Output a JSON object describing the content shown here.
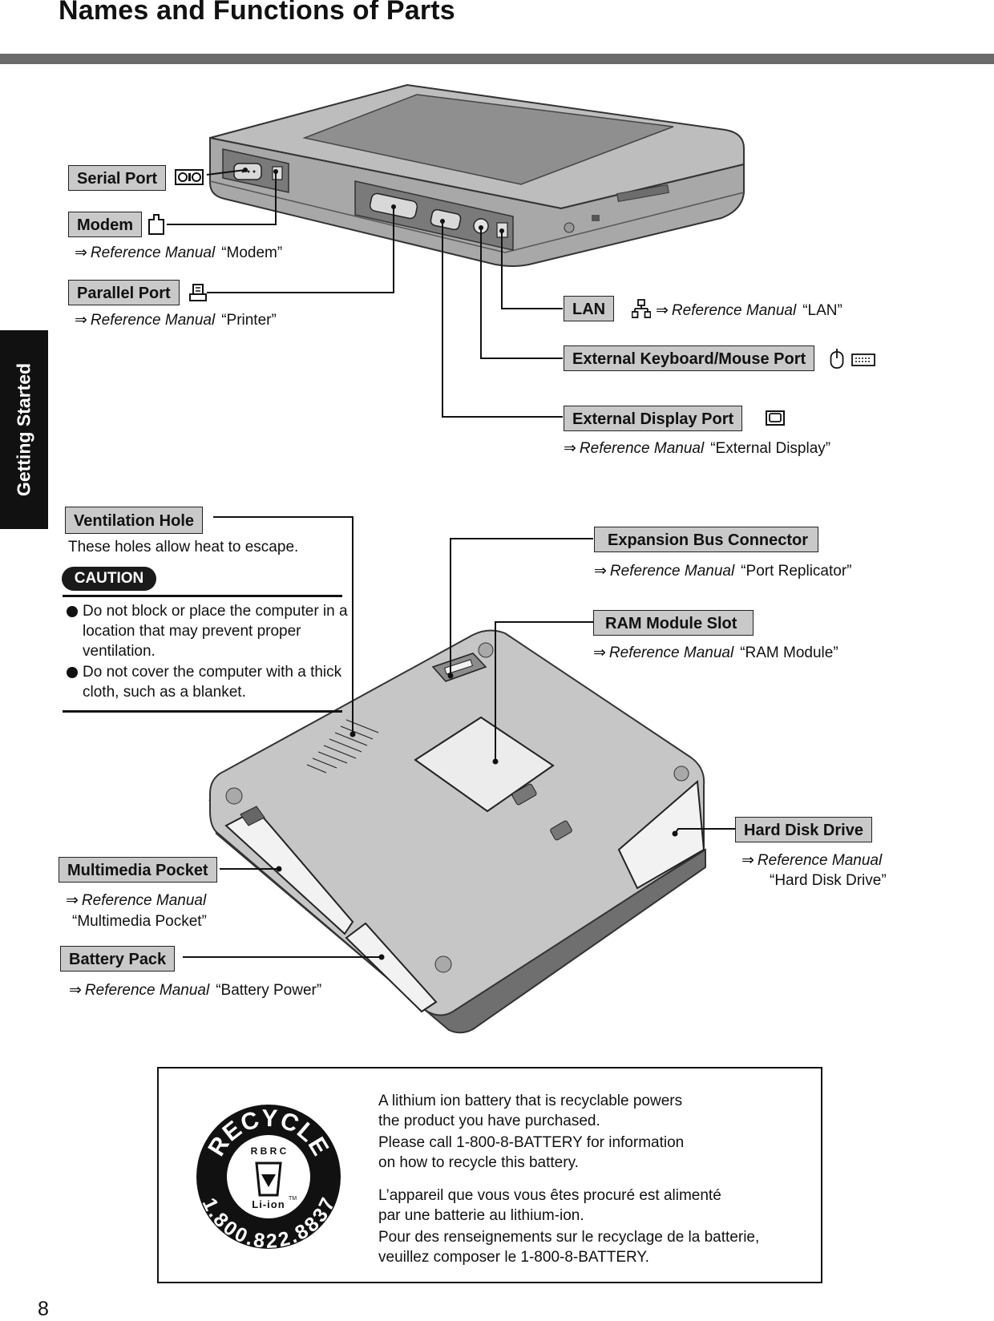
{
  "page": {
    "title": "Names and Functions of Parts",
    "side_tab": "Getting Started",
    "page_number": "8"
  },
  "labels": {
    "serial_port": "Serial Port",
    "modem": "Modem",
    "parallel_port": "Parallel Port",
    "lan": "LAN",
    "ext_kbd_mouse": "External Keyboard/Mouse Port",
    "ext_display": "External Display Port",
    "ventilation": "Ventilation Hole",
    "expansion_bus": "Expansion Bus Connector",
    "ram_slot": "RAM Module Slot",
    "hdd": "Hard Disk Drive",
    "multimedia": "Multimedia Pocket",
    "battery": "Battery Pack"
  },
  "refs": {
    "arrow": "⇒",
    "manual": "Reference Manual",
    "modem": "“Modem”",
    "printer": "“Printer”",
    "lan": "“LAN”",
    "ext_display": "“External Display”",
    "port_replicator": "“Port Replicator”",
    "ram_module": "“RAM Module”",
    "hdd": "“Hard Disk Drive”",
    "multimedia": "“Multimedia Pocket”",
    "battery": "“Battery Power”"
  },
  "ventilation": {
    "description": "These holes allow heat to escape.",
    "caution_title": "CAUTION",
    "caution_items": [
      "Do not block or place the computer in a location that may prevent proper ventilation.",
      "Do not cover the computer with a thick cloth, such as a blanket."
    ]
  },
  "recycle": {
    "logo_top": "RECYCLE",
    "logo_rbrc": "R B R C",
    "logo_type": "Li-ion",
    "logo_tm": "TM",
    "logo_phone": "1.800.822.8837",
    "en_line1": "A lithium ion battery that is recyclable powers",
    "en_line2": "the product you have purchased.",
    "en_line3": "Please call 1-800-8-BATTERY for information",
    "en_line4": "on how to recycle this battery.",
    "fr_line1": "L’appareil que vous vous êtes procuré est alimenté",
    "fr_line2": "par une batterie au lithium-ion.",
    "fr_line3": "Pour des renseignements sur le recyclage de la batterie,",
    "fr_line4": "veuillez composer le 1-800-8-BATTERY."
  },
  "icons": {
    "serial": "serial-port-icon",
    "modem": "modem-icon",
    "parallel": "printer-icon",
    "lan": "lan-icon",
    "mouse": "mouse-icon",
    "keyboard": "keyboard-icon",
    "display": "display-icon"
  }
}
